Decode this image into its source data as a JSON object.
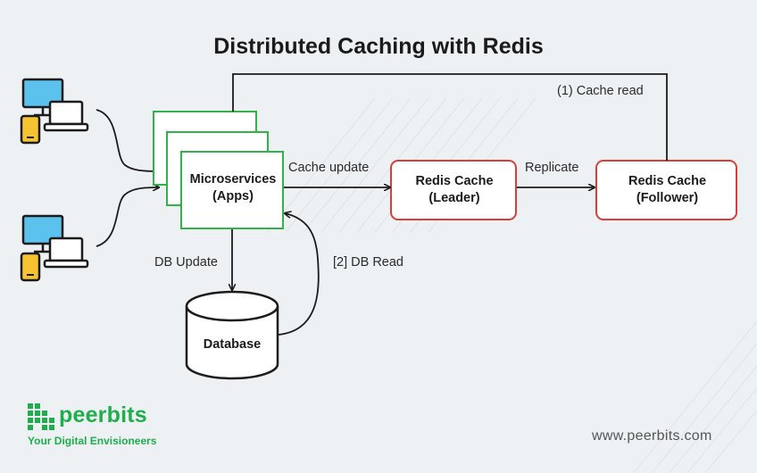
{
  "title": "Distributed Caching with Redis",
  "nodes": {
    "microservices": {
      "line1": "Microservices",
      "line2": "(Apps)"
    },
    "leader": {
      "line1": "Redis Cache",
      "line2": "(Leader)"
    },
    "follower": {
      "line1": "Redis Cache",
      "line2": "(Follower)"
    },
    "database": {
      "label": "Database"
    }
  },
  "edges": {
    "cache_read": "(1) Cache read",
    "cache_update": "Cache update",
    "replicate": "Replicate",
    "db_update": "DB Update",
    "db_read": "[2] DB Read"
  },
  "brand": {
    "name": "peerbits",
    "tagline": "Your Digital Envisioneers",
    "url": "www.peerbits.com"
  },
  "colors": {
    "background": "#eef1f4",
    "microservices_border": "#33b249",
    "redis_border": "#d83f3a",
    "brand_green": "#1fae4b",
    "monitor_blue": "#5bc2ee",
    "phone_yellow": "#f7c330"
  }
}
